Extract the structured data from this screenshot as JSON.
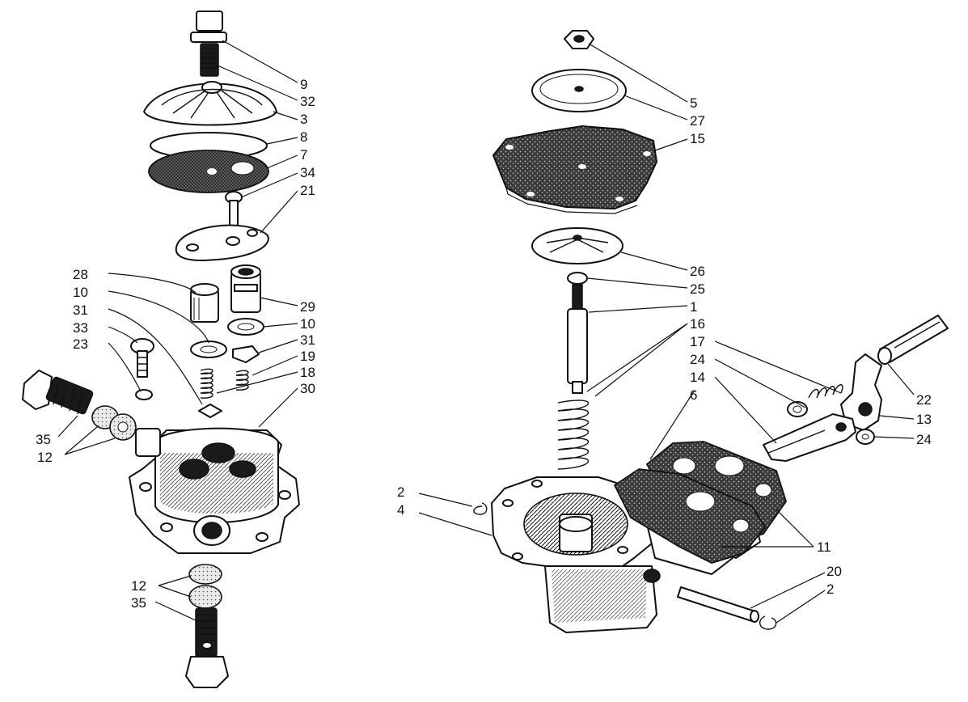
{
  "callouts": [
    {
      "id": "c9",
      "text": "9"
    },
    {
      "id": "c32",
      "text": "32"
    },
    {
      "id": "c3",
      "text": "3"
    },
    {
      "id": "c8",
      "text": "8"
    },
    {
      "id": "c7",
      "text": "7"
    },
    {
      "id": "c34",
      "text": "34"
    },
    {
      "id": "c21",
      "text": "21"
    },
    {
      "id": "c28",
      "text": "28"
    },
    {
      "id": "c10a",
      "text": "10"
    },
    {
      "id": "c31a",
      "text": "31"
    },
    {
      "id": "c33",
      "text": "33"
    },
    {
      "id": "c23",
      "text": "23"
    },
    {
      "id": "c29",
      "text": "29"
    },
    {
      "id": "c10b",
      "text": "10"
    },
    {
      "id": "c31b",
      "text": "31"
    },
    {
      "id": "c19",
      "text": "19"
    },
    {
      "id": "c18",
      "text": "18"
    },
    {
      "id": "c30",
      "text": "30"
    },
    {
      "id": "c35a",
      "text": "35"
    },
    {
      "id": "c12a",
      "text": "12"
    },
    {
      "id": "c12b",
      "text": "12"
    },
    {
      "id": "c35b",
      "text": "35"
    },
    {
      "id": "c5",
      "text": "5"
    },
    {
      "id": "c27",
      "text": "27"
    },
    {
      "id": "c15",
      "text": "15"
    },
    {
      "id": "c26",
      "text": "26"
    },
    {
      "id": "c25",
      "text": "25"
    },
    {
      "id": "c1",
      "text": "1"
    },
    {
      "id": "c16",
      "text": "16"
    },
    {
      "id": "c17",
      "text": "17"
    },
    {
      "id": "c24a",
      "text": "24"
    },
    {
      "id": "c14",
      "text": "14"
    },
    {
      "id": "c6",
      "text": "6"
    },
    {
      "id": "c22",
      "text": "22"
    },
    {
      "id": "c13",
      "text": "13"
    },
    {
      "id": "c24b",
      "text": "24"
    },
    {
      "id": "c2a",
      "text": "2"
    },
    {
      "id": "c4",
      "text": "4"
    },
    {
      "id": "c11",
      "text": "11"
    },
    {
      "id": "c20",
      "text": "20"
    },
    {
      "id": "c2b",
      "text": "2"
    }
  ]
}
